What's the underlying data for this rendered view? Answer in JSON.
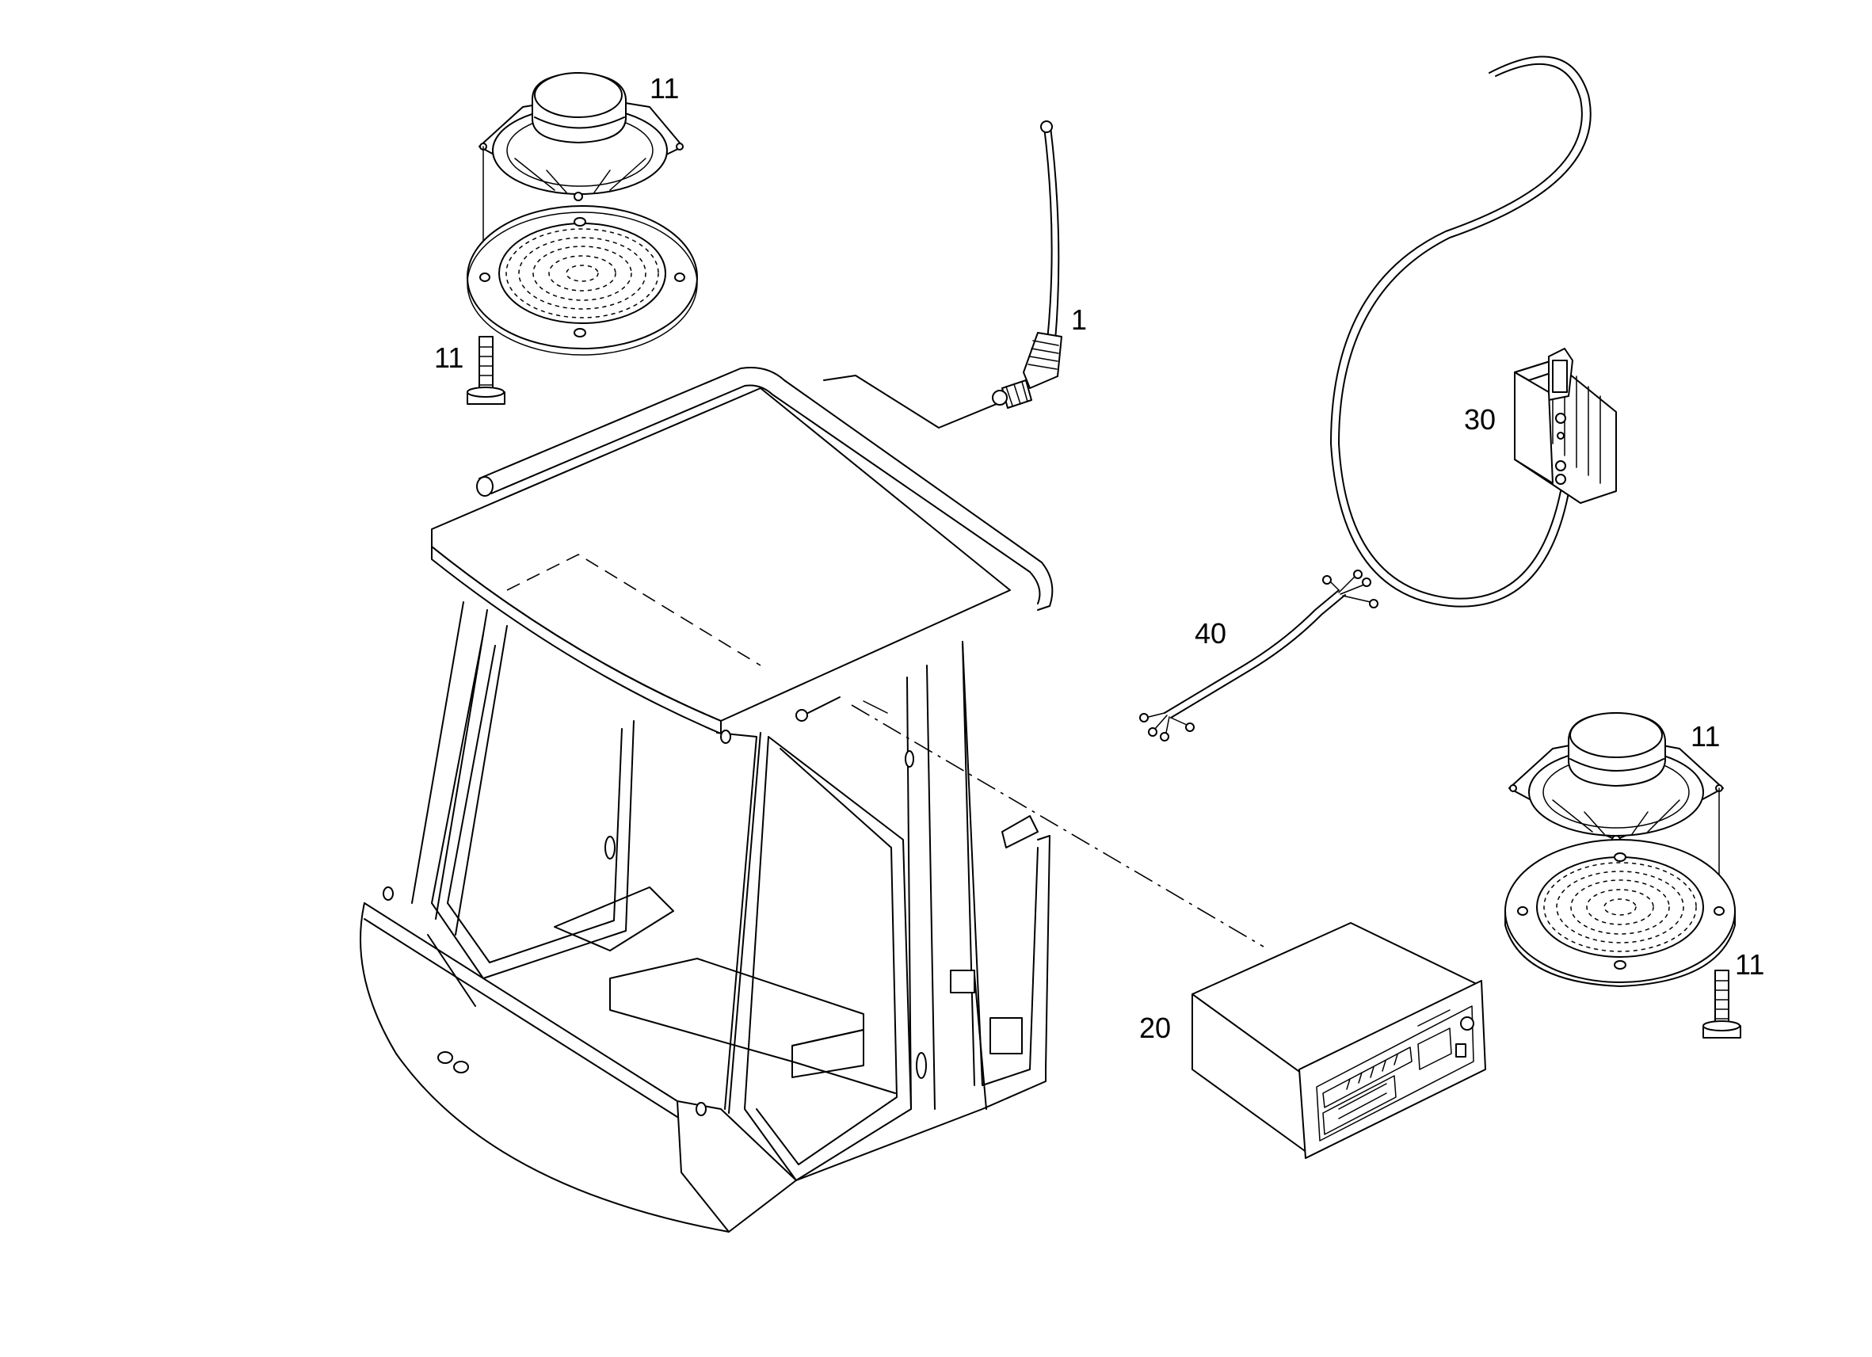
{
  "diagram": {
    "callouts": {
      "antenna": "1",
      "speaker_top": "11",
      "screw_top": "11",
      "amplifier": "30",
      "harness": "40",
      "speaker_right": "11",
      "screw_right": "11",
      "radio": "20"
    }
  }
}
